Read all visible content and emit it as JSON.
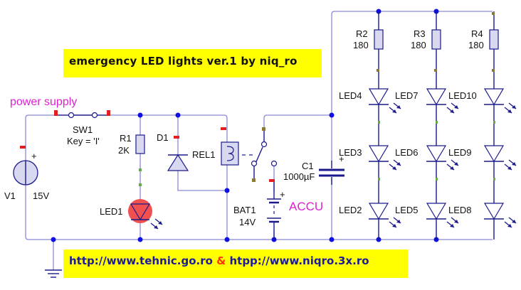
{
  "title": "emergency LED lights ver.1 by niq_ro",
  "annotations": {
    "power_supply": "power supply",
    "accu": "ACCU"
  },
  "links": {
    "url1": "http://www.tehnic.go.ro",
    "separator": "&",
    "url2": "htpp://www.niqro.3x.ro"
  },
  "components": {
    "V1": {
      "ref": "V1",
      "value": "15V",
      "polarity": "+"
    },
    "SW1": {
      "ref": "SW1",
      "value": "Key = 'I'"
    },
    "R1": {
      "ref": "R1",
      "value": "2K"
    },
    "D1": {
      "ref": "D1"
    },
    "LED1": {
      "ref": "LED1"
    },
    "REL1": {
      "ref": "REL1"
    },
    "BAT1": {
      "ref": "BAT1",
      "value": "14V",
      "polarity": "+"
    },
    "C1": {
      "ref": "C1",
      "value": "1000µF",
      "polarity": "+"
    },
    "R2": {
      "ref": "R2",
      "value": "180"
    },
    "R3": {
      "ref": "R3",
      "value": "180"
    },
    "R4": {
      "ref": "R4",
      "value": "180"
    },
    "LED2": {
      "ref": "LED2"
    },
    "LED3": {
      "ref": "LED3"
    },
    "LED4": {
      "ref": "LED4"
    },
    "LED5": {
      "ref": "LED5"
    },
    "LED6": {
      "ref": "LED6"
    },
    "LED7": {
      "ref": "LED7"
    },
    "LED8": {
      "ref": "LED8"
    },
    "LED9": {
      "ref": "LED9"
    },
    "LED10": {
      "ref": "LED10"
    }
  },
  "colors": {
    "wire": "#8a8ad8",
    "component": "#1a1a8c",
    "highlight": "#ffff00",
    "annotation": "#e020d0",
    "led_on": "#f05050"
  }
}
